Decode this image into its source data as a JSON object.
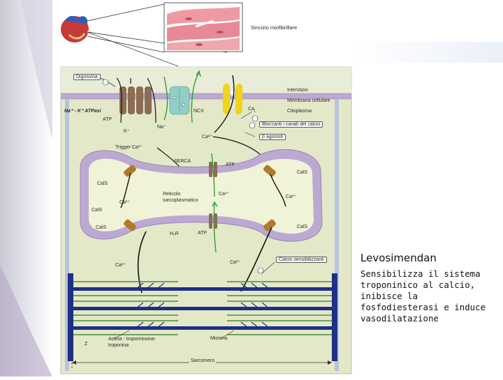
{
  "colors": {
    "cell_bg": "#e3e8c8",
    "membrane": "#bba9d2",
    "sr_fill": "#f1f3d8",
    "myofilament": "#1e2f86",
    "pump": "#8a6d52",
    "ncx": "#8fcfc8",
    "ca_channel": "#f2d21a",
    "arrow_green": "#2e9e3e"
  },
  "labels": {
    "syncytium": "Sincizio miofibrillare",
    "digossina": "Digossina",
    "interstizio": "Interstizio",
    "membrana": "Membrana cellulare",
    "citoplasma": "Citoplasma",
    "atpasi": "Na⁺ - K⁺ ATPasi",
    "atp1": "ATP",
    "k": "K⁺",
    "ncx": "NCX",
    "na": "Na⁺",
    "ca_l": "Ca",
    "ca_l_sub": "L",
    "bloccanti": "Bloccanti i canali del calcio",
    "beta": "β agonisti",
    "ca2_top": "Ca²⁺",
    "trigger": "Trigger Ca²⁺",
    "serca": "SERCA",
    "atp2": "ATP",
    "cas_tl": "CalS",
    "cas_tr": "CalS",
    "ca2_left": "Ca²⁺",
    "ca2_mid": "Ca²⁺",
    "ca2_right": "Ca²⁺",
    "reticolo": "Reticolo\nsarcoplasmatico",
    "cas_l2": "CalS",
    "cas_l3": "CalS",
    "cas_r2": "CalS",
    "h2r": "H₂R",
    "atp3": "ATP",
    "ca2_bottom_left": "Ca²⁺",
    "ca2_bottom_mid": "Ca²⁺",
    "calcio_sens": "Calcio sensibilizzanti",
    "actina": "Actina - tropomiosina-\ntroponina",
    "miosina": "Miosina",
    "z": "Z",
    "sarcomero": "Sarcomero"
  },
  "side": {
    "title": "Levosimendan",
    "body": "Sensibilizza il sistema\ntroponinico al calcio,\ninibisce la\nfosfodiesterasi e induce\nvasodilatazione"
  }
}
